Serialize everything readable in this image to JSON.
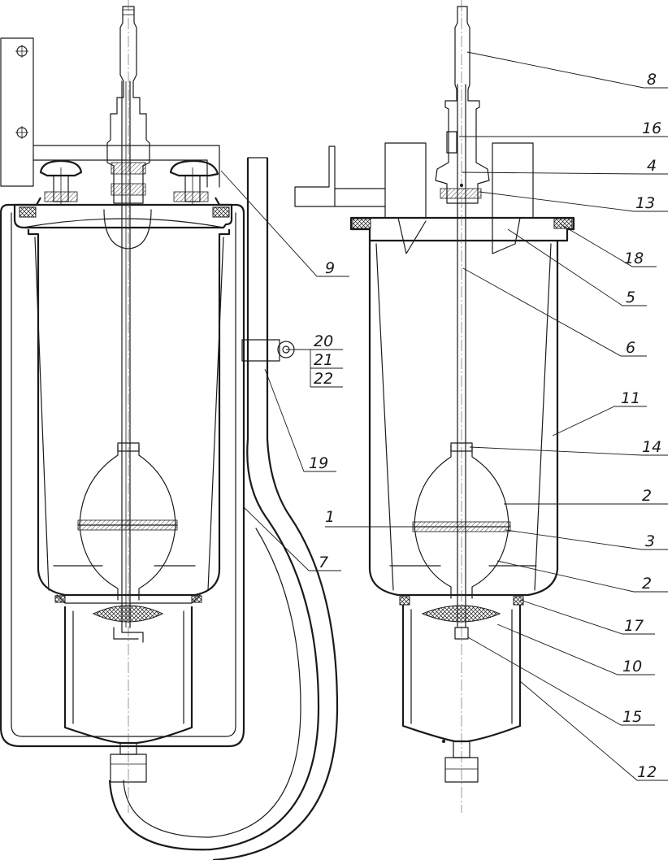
{
  "drawing": {
    "callouts": [
      "8",
      "16",
      "4",
      "13",
      "18",
      "5",
      "6",
      "11",
      "14",
      "2",
      "1",
      "3",
      "2",
      "17",
      "10",
      "15",
      "12",
      "9",
      "20",
      "21",
      "22",
      "19",
      "7"
    ]
  }
}
